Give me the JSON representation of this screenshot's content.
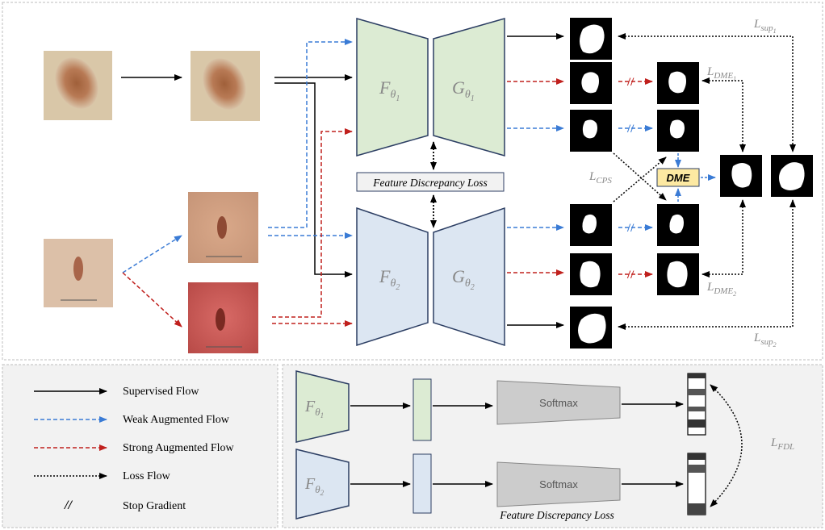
{
  "diagram": {
    "encoders": [
      {
        "id": "F1",
        "base": "F",
        "sub": "θ",
        "idx": "1"
      },
      {
        "id": "F2",
        "base": "F",
        "sub": "θ",
        "idx": "2"
      }
    ],
    "decoders": [
      {
        "id": "G1",
        "base": "G",
        "sub": "θ",
        "idx": "1"
      },
      {
        "id": "G2",
        "base": "G",
        "sub": "θ",
        "idx": "2"
      }
    ],
    "fd_loss_box": "Feature Discrepancy Loss",
    "dme_box": "DME",
    "loss_labels": {
      "sup1": {
        "base": "L",
        "sub": "sup",
        "idx": "1"
      },
      "sup2": {
        "base": "L",
        "sub": "sup",
        "idx": "2"
      },
      "dme1": {
        "base": "L",
        "sub": "DME",
        "idx": "1"
      },
      "dme2": {
        "base": "L",
        "sub": "DME",
        "idx": "2"
      },
      "cps": {
        "base": "L",
        "sub": "CPS"
      },
      "fdl": {
        "base": "L",
        "sub": "FDL"
      }
    }
  },
  "legend": {
    "items": [
      {
        "label": "Supervised Flow",
        "style": "solid",
        "color": "#000000"
      },
      {
        "label": "Weak Augmented Flow",
        "style": "dashed",
        "color": "#3a7bd5"
      },
      {
        "label": "Strong Augmented Flow",
        "style": "dashed",
        "color": "#c0201d"
      },
      {
        "label": "Loss Flow",
        "style": "dotted",
        "color": "#000000"
      }
    ],
    "stop_gradient": {
      "symbol": "//",
      "label": "Stop Gradient"
    }
  },
  "detail": {
    "encoders": [
      {
        "base": "F",
        "sub": "θ",
        "idx": "1"
      },
      {
        "base": "F",
        "sub": "θ",
        "idx": "2"
      }
    ],
    "softmax_labels": [
      "Softmax",
      "Softmax"
    ],
    "caption": "Feature Discrepancy Loss"
  },
  "colors": {
    "encoder1_fill": "#dcebd3",
    "encoder2_fill": "#dce6f2",
    "stroke": "#2c3e63",
    "weak": "#3a7bd5",
    "strong": "#c0201d",
    "dme_fill": "#fde9a2",
    "panel_bg": "#f2f2f2"
  }
}
